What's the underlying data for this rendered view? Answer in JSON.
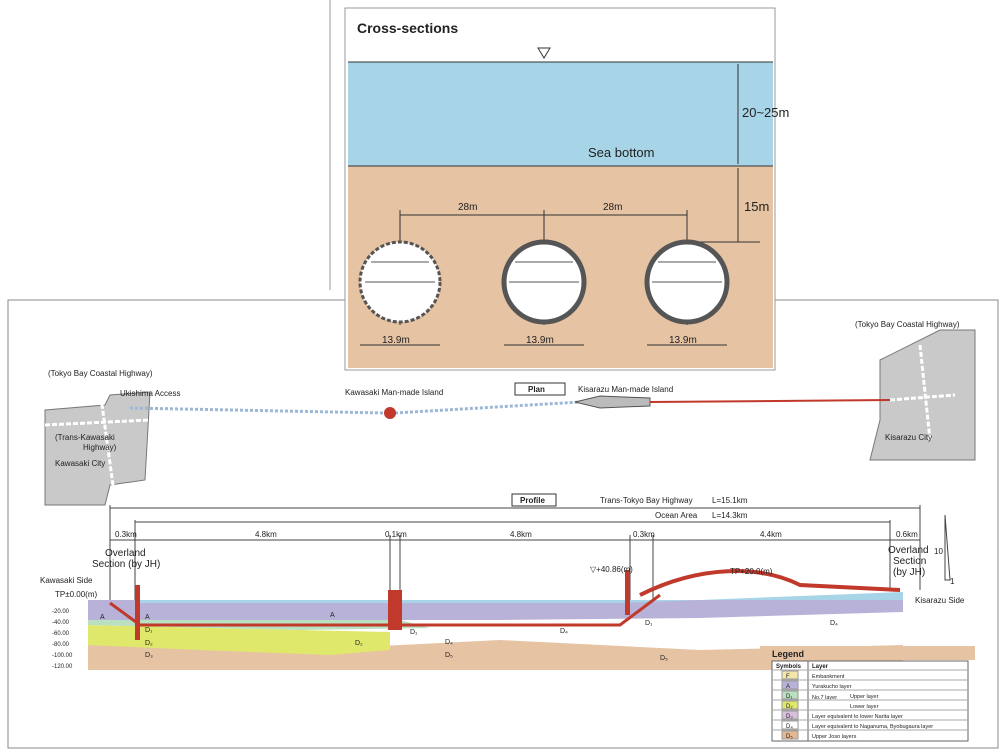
{
  "cross_section": {
    "title": "Cross-sections",
    "water_depth": "20~25m",
    "sea_bottom": "Sea bottom",
    "cover_depth": "15m",
    "spacing_1": "28m",
    "spacing_2": "28m",
    "diameters": [
      "13.9m",
      "13.9m",
      "13.9m"
    ]
  },
  "plan": {
    "label": "Plan",
    "left": {
      "coastal_highway": "(Tokyo Bay Coastal Highway)",
      "access": "Ukishima Access",
      "trans_kawasaki": "(Trans-Kawasaki",
      "trans_kawasaki_2": "Highway)",
      "city": "Kawasaki City"
    },
    "kawasaki_island": "Kawasaki Man-made Island",
    "kisarazu_island": "Kisarazu Man-made Island",
    "right": {
      "coastal_highway": "(Tokyo Bay Coastal Highway)",
      "city": "Kisarazu City"
    }
  },
  "profile": {
    "label": "Profile",
    "highway": "Trans-Tokyo Bay Highway",
    "highway_length": "L=15.1km",
    "ocean": "Ocean Area",
    "ocean_length": "L=14.3km",
    "segments": [
      "0.3km",
      "4.8km",
      "0.1km",
      "4.8km",
      "0.3km",
      "4.4km",
      "0.6km"
    ],
    "overland_left": [
      "Overland",
      "Section (by JH)"
    ],
    "overland_right": [
      "Overland",
      "Section",
      "(by JH)"
    ],
    "kawasaki_side": "Kawasaki Side",
    "kisarazu_side": "Kisarazu Side",
    "tp_zero": "TP±0.00(m)",
    "bridge_v": "▽+40.86(m)",
    "bridge_tp": "TP+20.0(m)",
    "slope_top": "10",
    "slope_bottom": "1",
    "depth_ticks": [
      "-20.00",
      "-40.00",
      "-60.00",
      "-80.00",
      "-100.00",
      "-120.00"
    ],
    "layer_labels": [
      "A",
      "A",
      "D₁",
      "D₂",
      "D₃",
      "A",
      "D₁",
      "D₂",
      "D₄",
      "D₅",
      "D₄",
      "D₁",
      "D₄",
      "D₅"
    ]
  },
  "legend": {
    "title": "Legend",
    "col_symbols": "Symbols",
    "col_layer": "Layer",
    "no7": "No.7 layer",
    "rows": [
      {
        "symbol": "F",
        "layer": "Embankment",
        "color": "#f2e6a8"
      },
      {
        "symbol": "A",
        "layer": "Yurakucho layer",
        "color": "#b8b2d8"
      },
      {
        "symbol": "D₁",
        "layer": "Upper layer",
        "color": "#b9e0c0"
      },
      {
        "symbol": "D₂",
        "layer": "Lower layer",
        "color": "#dfe86a"
      },
      {
        "symbol": "D₃",
        "layer": "Layer equivalent to lower Narita layer",
        "color": "#d8c0dc"
      },
      {
        "symbol": "D₄",
        "layer": "Layer equivalent to Naganuma, Byobugaura layer",
        "color": "#ffffff"
      },
      {
        "symbol": "D₅",
        "layer": "Upper Joso layers",
        "color": "#e5b894"
      }
    ]
  },
  "colors": {
    "water": "#a7d4e6",
    "soil": "#e6c3a3",
    "tunnel": "#c0392b"
  }
}
